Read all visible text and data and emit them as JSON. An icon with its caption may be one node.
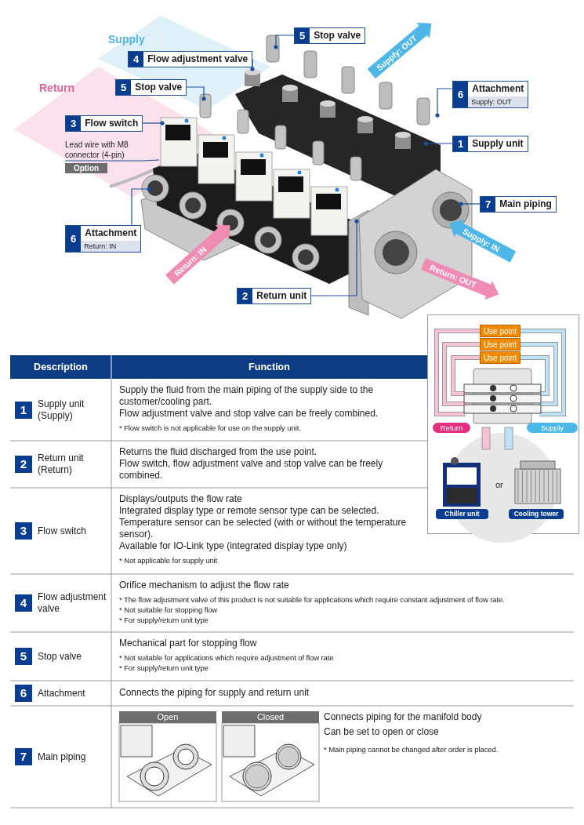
{
  "diagram": {
    "nodes": [
      {
        "text": [
          "5",
          "Stop valve"
        ]
      },
      {
        "text": [
          "4",
          "Flow adjustment valve"
        ]
      },
      {
        "text": [
          "5",
          "Stop valve"
        ]
      },
      {
        "text": [
          "6",
          "Attachment",
          "Supply: OUT"
        ]
      },
      {
        "text": [
          "3",
          "Flow switch"
        ]
      },
      {
        "text": [
          "1",
          "Supply unit"
        ]
      },
      {
        "text": [
          "Lead wire with M8 connector (4-pin)",
          "Option"
        ]
      },
      {
        "text": [
          "7",
          "Main piping"
        ]
      },
      {
        "text": [
          "6",
          "Attachment",
          "Return: IN"
        ]
      },
      {
        "text": [
          "2",
          "Return unit"
        ]
      },
      {
        "text": [
          "Use point"
        ]
      },
      {
        "text": [
          "Use point"
        ]
      },
      {
        "text": [
          "Use point"
        ]
      },
      {
        "text": [
          "Return"
        ]
      },
      {
        "text": [
          "Supply"
        ]
      },
      {
        "text": [
          "Chiller unit"
        ]
      },
      {
        "text": [
          "Cooling tower"
        ]
      },
      {
        "text": [
          "Open"
        ]
      },
      {
        "text": [
          "Closed"
        ]
      }
    ],
    "edges": [
      {
        "from": 0,
        "to": null,
        "arrow": "other"
      },
      {
        "from": 1,
        "to": null,
        "arrow": "other"
      },
      {
        "from": 2,
        "to": null,
        "arrow": "other"
      },
      {
        "from": 3,
        "to": null,
        "arrow": "other"
      },
      {
        "from": 4,
        "to": null,
        "arrow": "other"
      },
      {
        "from": 5,
        "to": null,
        "arrow": "other"
      },
      {
        "from": 6,
        "to": null,
        "arrow": "none"
      },
      {
        "from": 7,
        "to": null,
        "arrow": "other"
      },
      {
        "from": 8,
        "to": null,
        "arrow": "other"
      },
      {
        "from": 9,
        "to": null,
        "arrow": "other"
      }
    ],
    "labels": [
      "Supply",
      "Return",
      "Description",
      "Function",
      "1",
      "Supply unit (Supply)",
      "Supply the fluid from the main piping of the supply side to the customer/cooling part.",
      "Flow adjustment valve and stop valve can be freely combined.",
      "* Flow switch is not applicable for use on the supply unit.",
      "2",
      "Return unit (Return)",
      "Returns the fluid discharged from the use point.",
      "Flow switch, flow adjustment valve and stop valve can be freely combined.",
      "3",
      "Flow switch",
      "Displays/outputs the flow rate",
      "Integrated display type or remote sensor type can be selected. Temperature sensor can be selected (with or without the temperature sensor).",
      "Available for IO-Link type (integrated display type only)",
      "* Not applicable for supply unit",
      "4",
      "Flow adjustment valve",
      "Orifice mechanism to adjust the flow rate",
      "* The flow adjustment valve of this product is not suitable for applications which require constant adjustment of flow rate.",
      "* Not suitable for stopping flow",
      "* For supply/return unit type",
      "5",
      "Stop valve",
      "Mechanical part for stopping flow",
      "* Not suitable for applications which require adjustment of flow rate",
      "* For supply/return unit type",
      "6",
      "Attachment",
      "Connects the piping for supply and return unit",
      "7",
      "Main piping",
      "Connects piping for the manifold body",
      "Can be set to open or close",
      "* Main piping cannot be changed after order is placed.",
      "or",
      "Supply: OUT",
      "Supply: IN",
      "Return: IN",
      "Return: OUT"
    ]
  }
}
